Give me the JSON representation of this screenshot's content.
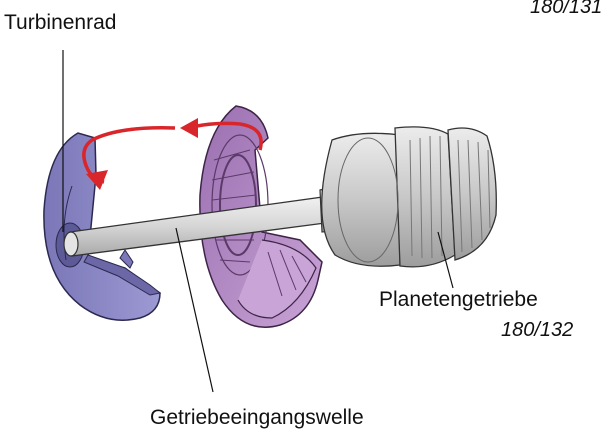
{
  "figure": {
    "ref_top": "180/131",
    "ref_bottom": "180/132"
  },
  "labels": {
    "turbine": "Turbinenrad",
    "planetary": "Planetengetriebe",
    "shaft": "Getriebeeingangswelle"
  },
  "colors": {
    "turbine_fill": "#8a86c6",
    "stator_fill": "#b58cc4",
    "arrow": "#d9262b",
    "shaft": "#d8d8d8",
    "gear": "#c7c7c7"
  }
}
